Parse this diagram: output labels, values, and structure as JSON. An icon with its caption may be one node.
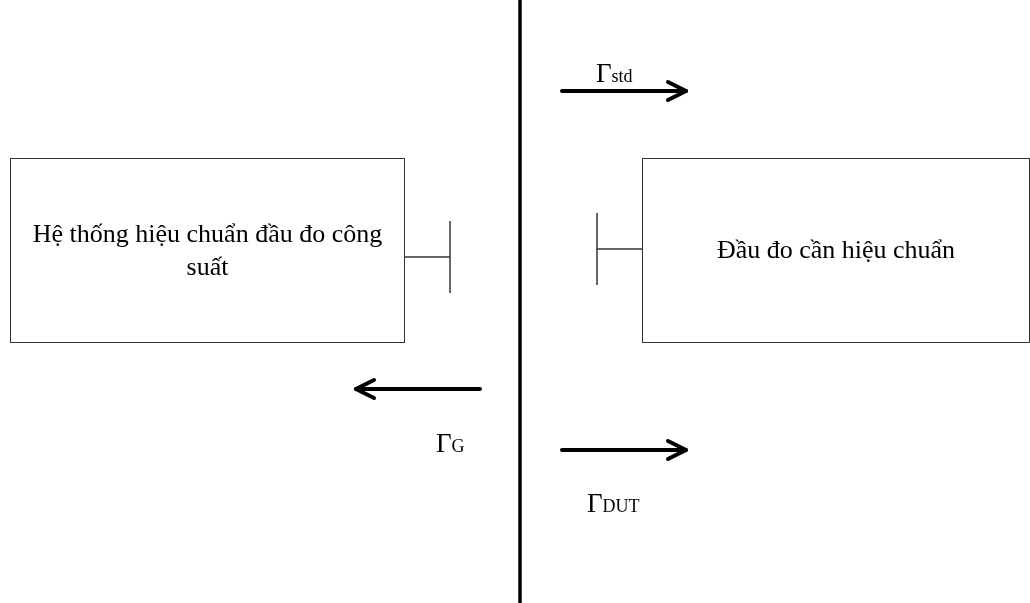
{
  "diagram": {
    "nodes": [
      {
        "text": [
          "Hệ thống hiệu chuẩn đầu đo công suất"
        ]
      },
      {
        "text": [
          "Đầu đo cần hiệu chuẩn"
        ]
      }
    ],
    "labels": [
      "Γ$_{std}$",
      "Γ$_{G}$",
      "Γ$_{DUT}$"
    ]
  }
}
